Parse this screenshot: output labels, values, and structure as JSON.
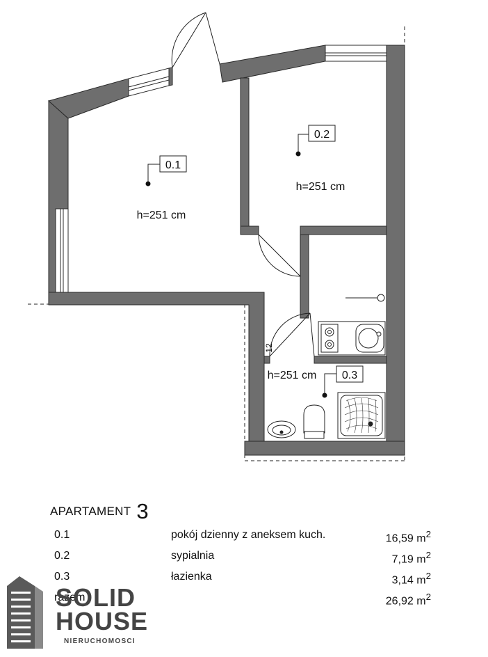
{
  "plan": {
    "rooms": [
      {
        "id": "0.1",
        "height_label": "h=251 cm"
      },
      {
        "id": "0.2",
        "height_label": "h=251 cm"
      },
      {
        "id": "0.3",
        "height_label": "h=251 cm"
      }
    ],
    "small_dimension": "12"
  },
  "legend": {
    "title": "APARTAMENT",
    "number": "3",
    "rows": [
      {
        "code": "0.1",
        "name": "pokój dzienny z aneksem kuch.",
        "area": "16,59 m",
        "unit_exp": "2"
      },
      {
        "code": "0.2",
        "name": "sypialnia",
        "area": "7,19 m",
        "unit_exp": "2"
      },
      {
        "code": "0.3",
        "name": "łazienka",
        "area": "3,14 m",
        "unit_exp": "2"
      },
      {
        "code": "razem",
        "name": "",
        "area": "26,92 m",
        "unit_exp": "2"
      }
    ]
  },
  "logo": {
    "line1": "SOLID",
    "line2": "HOUSE",
    "line3": "NIERUCHOMOSCI"
  },
  "colors": {
    "wall": "#6e6e6e",
    "wall_outline": "#2b2b2b"
  }
}
